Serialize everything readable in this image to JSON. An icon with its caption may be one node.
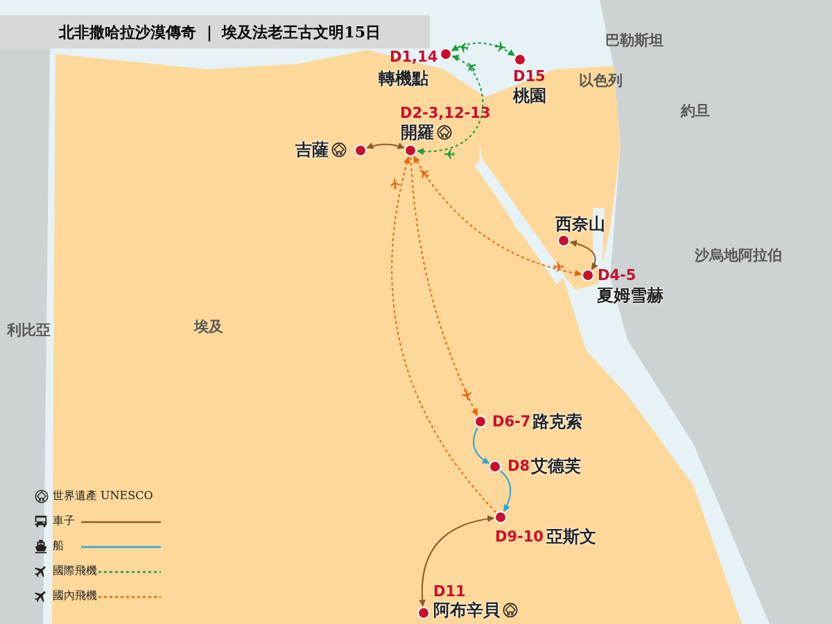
{
  "diagram": {
    "title": "北非撒哈拉沙漠傳奇 ｜ 埃及法老王古文明15日",
    "nodes": [
      {
        "text": [],
        "shape": "circle",
        "beside": [
          "D1,14",
          "轉機點"
        ]
      },
      {
        "text": [],
        "shape": "circle",
        "beside": [
          "D15",
          "桃園"
        ]
      },
      {
        "text": [],
        "shape": "circle",
        "beside": [
          "D2-3,12-13",
          "開羅"
        ]
      },
      {
        "text": [],
        "shape": "circle",
        "beside": [
          "吉薩"
        ]
      },
      {
        "text": [],
        "shape": "circle",
        "beside": [
          "西奈山"
        ]
      },
      {
        "text": [],
        "shape": "circle",
        "beside": [
          "D4-5",
          "夏姆雪赫"
        ]
      },
      {
        "text": [],
        "shape": "circle",
        "beside": [
          "D6-7",
          "路克索"
        ]
      },
      {
        "text": [],
        "shape": "circle",
        "beside": [
          "D8",
          "艾德芙"
        ]
      },
      {
        "text": [],
        "shape": "circle",
        "beside": [
          "D9-10",
          "亞斯文"
        ]
      },
      {
        "text": [],
        "shape": "circle",
        "beside": [
          "D11",
          "阿布辛貝"
        ]
      }
    ],
    "edges": [
      {
        "from": 0,
        "to": 1,
        "arrow": "both",
        "style": "dashed",
        "color": "#1a9a3a"
      },
      {
        "from": 0,
        "to": 2,
        "arrow": "both",
        "style": "dashed",
        "color": "#1a9a3a"
      },
      {
        "from": 3,
        "to": 2,
        "arrow": "both",
        "color": "#8a5a2b"
      },
      {
        "from": 2,
        "to": 5,
        "arrow": "both",
        "style": "dashed",
        "color": "#e8650f"
      },
      {
        "from": 4,
        "to": 5,
        "arrow": "both",
        "color": "#8a5a2b"
      },
      {
        "from": 2,
        "to": 6,
        "arrow": "to",
        "style": "dashed",
        "color": "#e8650f"
      },
      {
        "from": 8,
        "to": 2,
        "arrow": "to",
        "style": "dashed",
        "color": "#e8650f"
      },
      {
        "from": 6,
        "to": 7,
        "arrow": "to",
        "color": "#29a3dc"
      },
      {
        "from": 7,
        "to": 8,
        "arrow": "to",
        "color": "#29a3dc"
      },
      {
        "from": 8,
        "to": 9,
        "arrow": "both",
        "color": "#8a5a2b"
      }
    ],
    "labels": [
      "巴勒斯坦",
      "以色列",
      "約旦",
      "沙烏地阿拉伯",
      "利比亞",
      "埃及"
    ],
    "legend": [
      {
        "text": "世界遺產 UNESCO"
      },
      {
        "text": "車子"
      },
      {
        "text": "船"
      },
      {
        "text": "國際飛機"
      },
      {
        "text": "國內飛機"
      }
    ]
  }
}
